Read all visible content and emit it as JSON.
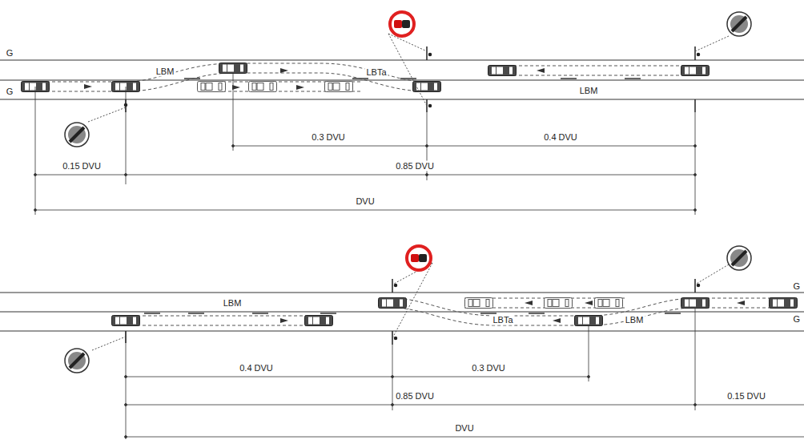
{
  "diagram": {
    "labels": [
      "G",
      "G",
      "LBM",
      "LBTa",
      "LBM",
      "0.3 DVU",
      "0.4 DVU",
      "0.15 DVU",
      "0.85 DVU",
      "DVU",
      "LBM",
      "LBTa",
      "LBM",
      "0.4 DVU",
      "0.3 DVU",
      "0.85 DVU",
      "0.15 DVU",
      "DVU",
      "G",
      "G"
    ]
  }
}
